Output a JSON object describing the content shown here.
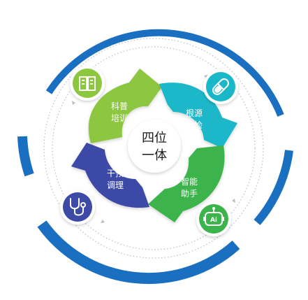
{
  "center": {
    "line1": "四位",
    "line2": "一体"
  },
  "segments": [
    {
      "line1": "科普",
      "line2": "培训",
      "color": "#8dc63f"
    },
    {
      "line1": "根源",
      "line2": "体检",
      "color": "#1ab7c9"
    },
    {
      "line1": "智能",
      "line2": "助手",
      "color": "#3cb44b"
    },
    {
      "line1": "干预",
      "line2": "调理",
      "color": "#3d4aa6"
    }
  ],
  "icons": [
    {
      "name": "book-icon",
      "color": "#8dc63f"
    },
    {
      "name": "pill-icon",
      "color": "#1ab7c9"
    },
    {
      "name": "robot-icon",
      "color": "#3cb44b",
      "badge": "Ai"
    },
    {
      "name": "stethoscope-icon",
      "color": "#3d4aa6"
    }
  ],
  "colors": {
    "outer_ring": "#1a6fc0",
    "guide_dots": "#b9bec6"
  }
}
